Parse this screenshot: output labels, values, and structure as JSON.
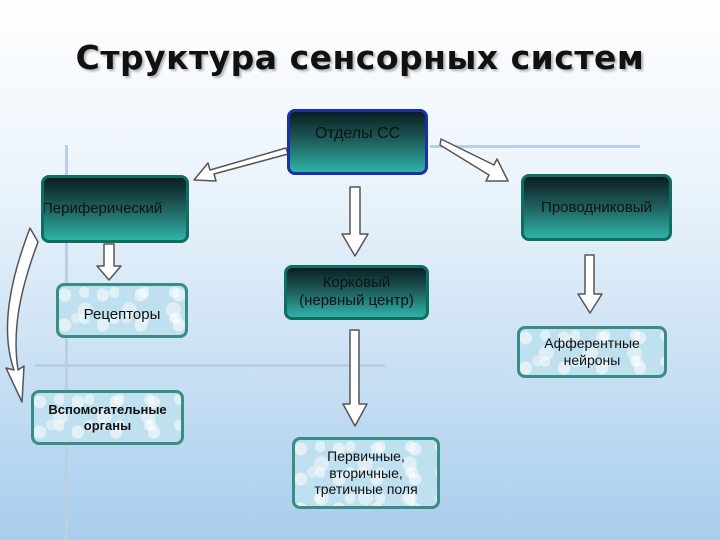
{
  "title": "Структура сенсорных систем",
  "nodes": {
    "root": "Отделы СС",
    "peripheral": "Периферический",
    "conductive": "Проводниковый",
    "cortical_line1": "Корковый",
    "cortical_line2": "(нервный центр)",
    "receptors": "Рецепторы",
    "afferent_line1": "Афферентные",
    "afferent_line2": "нейроны",
    "auxiliary_line1": "Вспомогательные",
    "auxiliary_line2": "органы",
    "fields_line1": "Первичные,",
    "fields_line2": "вторичные,",
    "fields_line3": "третичные поля"
  },
  "colors": {
    "dark_box_top": "#0b1e22",
    "dark_box_bottom": "#2fb3a8",
    "light_box": "#bfe0ef",
    "box_border": "#0f6e61",
    "root_border": "#1b2fa8",
    "arrow_fill": "#ffffff",
    "arrow_stroke": "#555555"
  }
}
